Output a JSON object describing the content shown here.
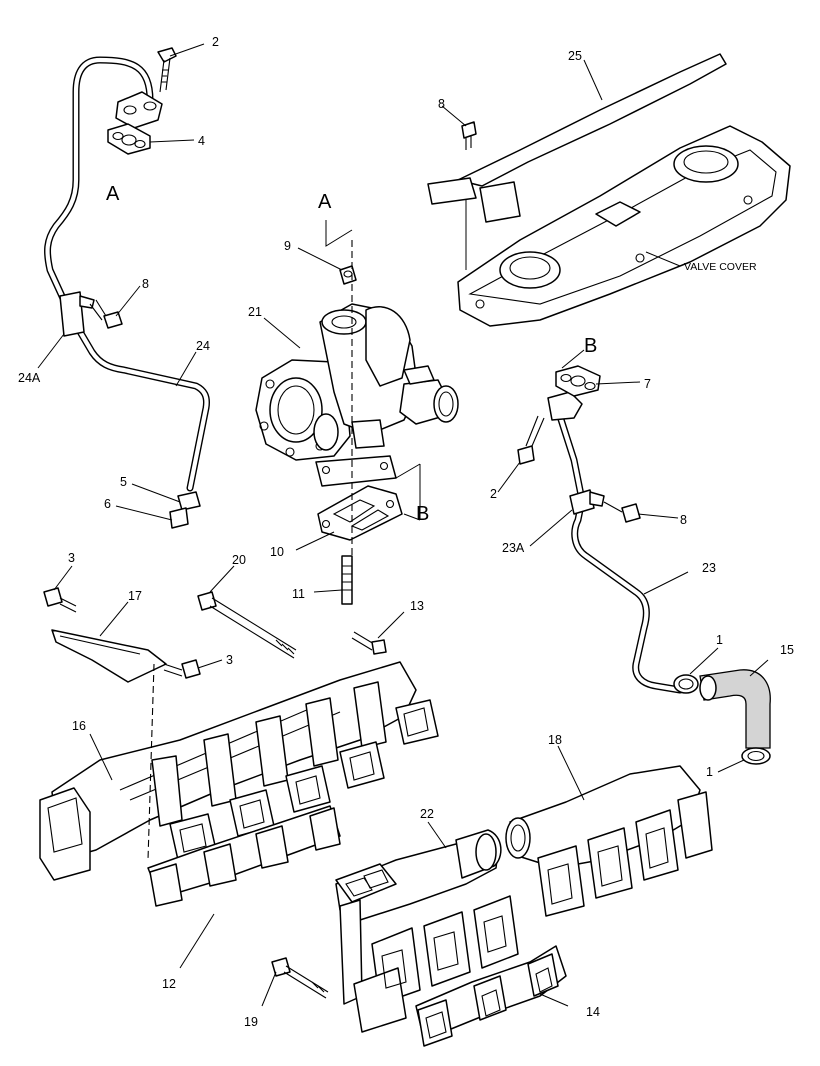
{
  "callouts": [
    {
      "id": "c2a",
      "text": "2"
    },
    {
      "id": "c4",
      "text": "4"
    },
    {
      "id": "c8a",
      "text": "8"
    },
    {
      "id": "c24a",
      "text": "24A"
    },
    {
      "id": "c24",
      "text": "24"
    },
    {
      "id": "c5",
      "text": "5"
    },
    {
      "id": "c6",
      "text": "6"
    },
    {
      "id": "c9",
      "text": "9"
    },
    {
      "id": "c21",
      "text": "21"
    },
    {
      "id": "c10",
      "text": "10"
    },
    {
      "id": "c11",
      "text": "11"
    },
    {
      "id": "c8b",
      "text": "8"
    },
    {
      "id": "c25",
      "text": "25"
    },
    {
      "id": "c7",
      "text": "7"
    },
    {
      "id": "c2b",
      "text": "2"
    },
    {
      "id": "c8c",
      "text": "8"
    },
    {
      "id": "c23a",
      "text": "23A"
    },
    {
      "id": "c23",
      "text": "23"
    },
    {
      "id": "c1a",
      "text": "1"
    },
    {
      "id": "c15",
      "text": "15"
    },
    {
      "id": "c1b",
      "text": "1"
    },
    {
      "id": "c3a",
      "text": "3"
    },
    {
      "id": "c17",
      "text": "17"
    },
    {
      "id": "c20",
      "text": "20"
    },
    {
      "id": "c3b",
      "text": "3"
    },
    {
      "id": "c13",
      "text": "13"
    },
    {
      "id": "c16",
      "text": "16"
    },
    {
      "id": "c18",
      "text": "18"
    },
    {
      "id": "c22",
      "text": "22"
    },
    {
      "id": "c12",
      "text": "12"
    },
    {
      "id": "c19",
      "text": "19"
    },
    {
      "id": "c14",
      "text": "14"
    }
  ],
  "letters": {
    "a_upper": "A",
    "a_left": "A",
    "b_turbo": "B",
    "b_right": "B"
  },
  "valve_cover_label": "VALVE COVER"
}
